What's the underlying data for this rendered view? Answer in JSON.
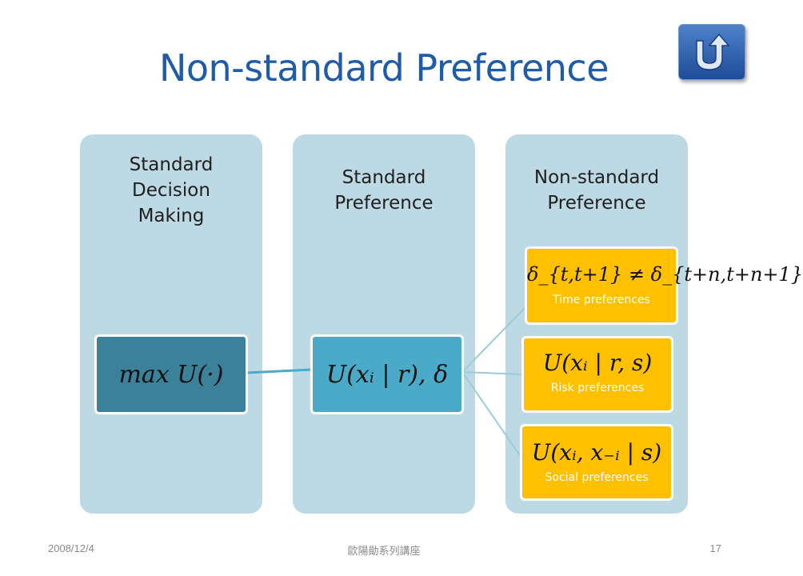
{
  "slide": {
    "title": "Non-standard Preference",
    "home_button_icon": "u-turn-arrow-icon"
  },
  "columns": [
    {
      "title": "Standard Decision Making",
      "node_formula": "max U(·)"
    },
    {
      "title": "Standard Preference",
      "node_formula": "U(xᵢ | r), δ"
    },
    {
      "title": "Non-standard Preference"
    }
  ],
  "sub_items": [
    {
      "formula": "δ_{t,t+1} ≠ δ_{t+n,t+n+1}",
      "label": "Time preferences"
    },
    {
      "formula": "U(xᵢ | r, s)",
      "label": "Risk preferences"
    },
    {
      "formula": "U(xᵢ, x₋ᵢ | s)",
      "label": "Social preferences"
    }
  ],
  "footer": {
    "date": "2008/12/4",
    "center": "歐陽勛系列講座",
    "page": "17"
  },
  "colors": {
    "title": "#1f5ba8",
    "column_bg": "#bcd9e4",
    "node_dark": "#3b8199",
    "node_light": "#4aaac7",
    "sub_bg": "#ffc000"
  }
}
